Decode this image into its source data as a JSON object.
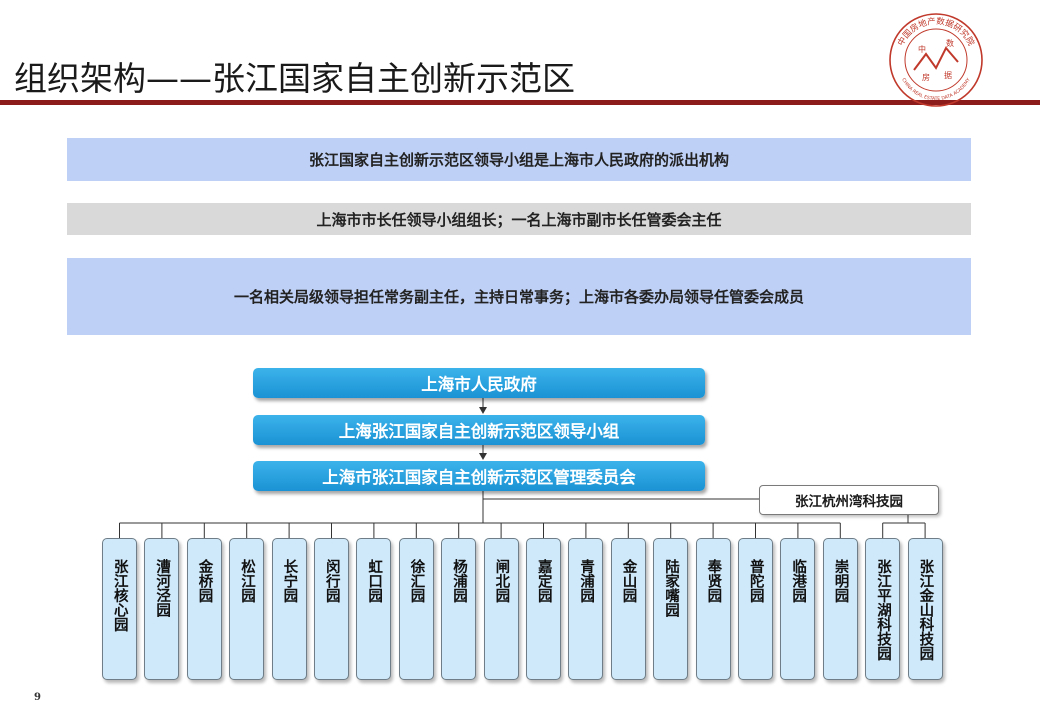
{
  "header": {
    "title": "组织架构——张江国家自主创新示范区",
    "logo_text_top": "中国房地产数据研究院",
    "logo_text_bottom": "CHINA REAL ESTATE DATA ACADEMY",
    "logo_chars": [
      "中",
      "数",
      "房",
      "据"
    ],
    "accent_color": "#8c1c1c"
  },
  "bands": {
    "b1": "张江国家自主创新示范区领导小组是上海市人民政府的派出机构",
    "b2": "上海市市长任领导小组组长；一名上海市副市长任管委会主任",
    "b3": "一名相关局级领导担任常务副主任，主持日常事务；上海市各委办局领导任管委会成员"
  },
  "org": {
    "level1": "上海市人民政府",
    "level2": "上海张江国家自主创新示范区领导小组",
    "level3": "上海市张江国家自主创新示范区管理委员会",
    "side_park": "张江杭州湾科技园",
    "parks": [
      "张江核心园",
      "漕河泾园",
      "金桥园",
      "松江园",
      "长宁园",
      "闵行园",
      "虹口园",
      "徐汇园",
      "杨浦园",
      "闸北园",
      "嘉定园",
      "青浦园",
      "金山园",
      "陆家嘴园",
      "奉贤园",
      "普陀园",
      "临港园",
      "崇明园",
      "张江平湖科技园",
      "张江金山科技园"
    ]
  },
  "footer": {
    "page_number": "9"
  }
}
